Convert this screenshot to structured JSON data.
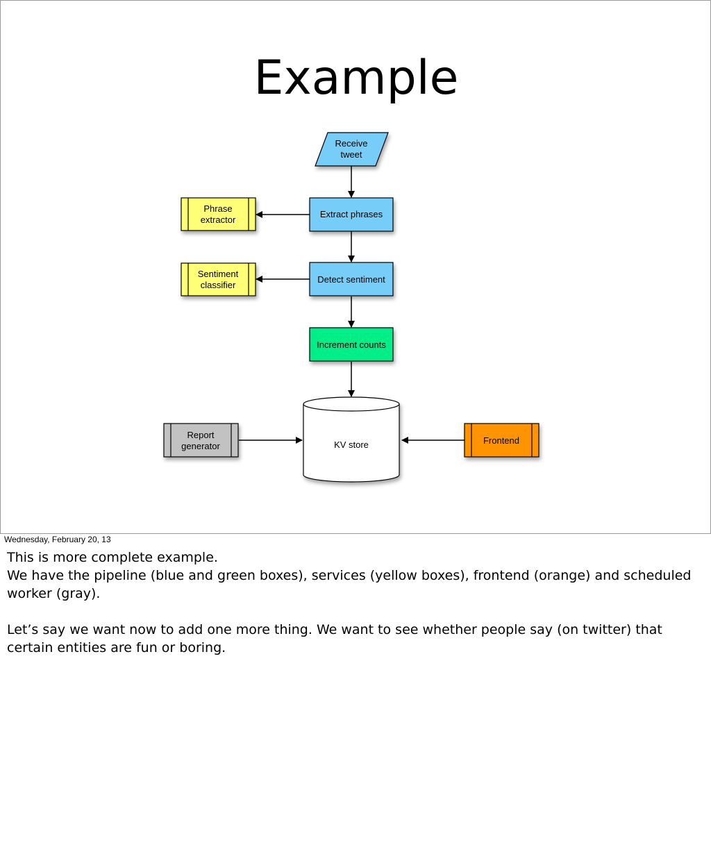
{
  "slide": {
    "title": "Example"
  },
  "diagram": {
    "nodes": {
      "receive_tweet": [
        "Receive",
        "tweet"
      ],
      "extract_phrases": [
        "Extract phrases"
      ],
      "detect_sentiment": [
        "Detect sentiment"
      ],
      "increment_counts": [
        "Increment counts"
      ],
      "kv_store": [
        "KV store"
      ],
      "phrase_extractor": [
        "Phrase",
        "extractor"
      ],
      "sentiment_classifier": [
        "Sentiment",
        "classifier"
      ],
      "report_generator": [
        "Report",
        "generator"
      ],
      "frontend": [
        "Frontend"
      ]
    },
    "colors": {
      "pipeline_blue": "#74cdf8",
      "pipeline_green": "#00ee88",
      "service_yellow": "#ffff77",
      "worker_gray": "#c2c2c2",
      "frontend_orange": "#ff9400"
    }
  },
  "footer": {
    "date": "Wednesday, February 20, 13"
  },
  "notes": {
    "line1": "This is more complete example.",
    "line2": "We have the pipeline (blue and green boxes), services (yellow boxes), frontend (orange) and scheduled worker (gray).",
    "line3": "Let’s say we want now to add one more thing. We want to see whether people say (on twitter) that certain entities are fun or boring."
  }
}
